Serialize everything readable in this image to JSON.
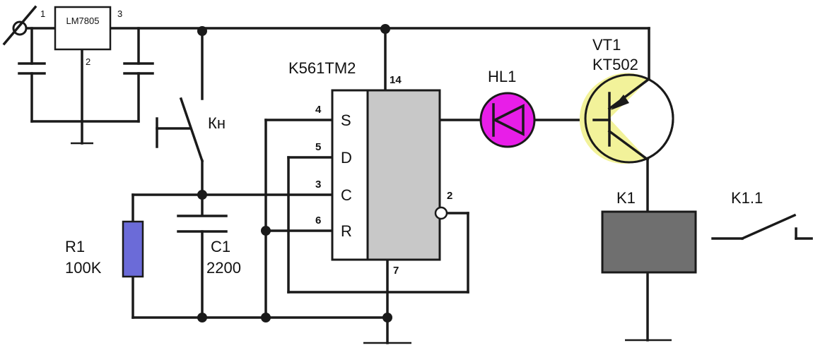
{
  "components": {
    "regulator": {
      "name": "LM7805",
      "pins": {
        "in": "1",
        "gnd": "2",
        "out": "3"
      }
    },
    "ic": {
      "name": "K561TM2",
      "pins": {
        "s": "4",
        "d": "5",
        "c": "3",
        "r": "6",
        "vcc": "14",
        "gnd": "7",
        "q_not": "2"
      },
      "inputs": {
        "s": "S",
        "d": "D",
        "c": "C",
        "r": "R"
      }
    },
    "button": {
      "name": "Кн"
    },
    "r1": {
      "name": "R1",
      "value": "100K"
    },
    "c1": {
      "name": "C1",
      "value": "2200"
    },
    "hl1": {
      "name": "HL1"
    },
    "vt1": {
      "name": "VT1",
      "type": "KT502"
    },
    "k1": {
      "name": "K1"
    },
    "k11": {
      "name": "K1.1"
    }
  },
  "colors": {
    "wire": "#1a1a1a",
    "led_fill": "#e81ee8",
    "transistor_fill": "#f2f29a",
    "resistor_fill": "#6b6bd8",
    "relay_fill": "#6f6f6f",
    "ic_body": "#c8c8c8"
  }
}
